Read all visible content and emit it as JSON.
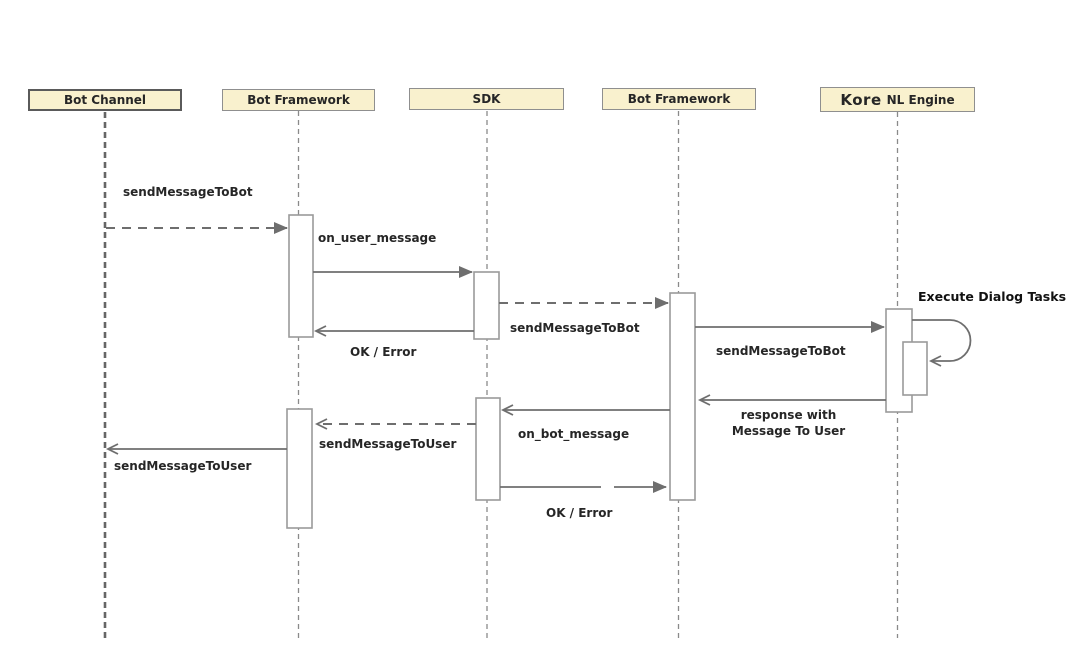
{
  "diagram": {
    "type": "uml-sequence-diagram",
    "participants": [
      {
        "id": "bot-channel",
        "label": "Bot Channel"
      },
      {
        "id": "bot-framework-1",
        "label": "Bot Framework"
      },
      {
        "id": "sdk",
        "label": "SDK"
      },
      {
        "id": "bot-framework-2",
        "label": "Bot Framework"
      },
      {
        "id": "kore-nl-engine",
        "brand": "Kore",
        "suffix": "NL Engine"
      }
    ],
    "labels": {
      "msg_send_to_bot_1": "sendMessageToBot",
      "msg_on_user_message": "on_user_message",
      "msg_send_to_bot_2": "sendMessageToBot",
      "msg_ok_error_1": "OK / Error",
      "msg_send_to_bot_3": "sendMessageToBot",
      "note_execute_dialog_tasks": "Execute Dialog Tasks",
      "msg_response_line1": "response with",
      "msg_response_line2": "Message To User",
      "msg_on_bot_message": "on_bot_message",
      "msg_send_to_user_1": "sendMessageToUser",
      "msg_send_to_user_2": "sendMessageToUser",
      "msg_ok_error_2": "OK / Error"
    },
    "message_flow": [
      {
        "from": "Bot Channel",
        "to": "Bot Framework",
        "text": "sendMessageToBot",
        "style": "dashed"
      },
      {
        "from": "Bot Framework",
        "to": "SDK",
        "text": "on_user_message",
        "style": "solid"
      },
      {
        "from": "SDK",
        "to": "Bot Framework",
        "text": "sendMessageToBot",
        "style": "dashed"
      },
      {
        "from": "SDK",
        "to": "Bot Framework",
        "text": "OK / Error",
        "style": "solid-return"
      },
      {
        "from": "Bot Framework",
        "to": "Kore NL Engine",
        "text": "sendMessageToBot",
        "style": "solid"
      },
      {
        "from": "Kore NL Engine",
        "to": "Kore NL Engine",
        "text": "Execute Dialog Tasks",
        "style": "self-loop"
      },
      {
        "from": "Kore NL Engine",
        "to": "Bot Framework",
        "text": "response with Message To User",
        "style": "solid-return"
      },
      {
        "from": "Bot Framework",
        "to": "SDK",
        "text": "on_bot_message",
        "style": "solid-return"
      },
      {
        "from": "SDK",
        "to": "Bot Framework",
        "text": "sendMessageToUser",
        "style": "dashed-return"
      },
      {
        "from": "Bot Framework",
        "to": "Bot Channel",
        "text": "sendMessageToUser",
        "style": "solid-return"
      },
      {
        "from": "SDK",
        "to": "Bot Framework",
        "text": "OK / Error",
        "style": "solid-broken"
      }
    ],
    "colors": {
      "participant_fill": "#f9f1ce",
      "participant_border": "#8f8f8f",
      "participant_border_dark": "#5a5a5a",
      "line": "#6e6e6e",
      "lifeline": "#8a8a8a",
      "activation_border": "#9a9a9a",
      "activation_fill": "#ffffff",
      "text": "#262626",
      "note_text": "#111111",
      "background": "#ffffff"
    }
  }
}
